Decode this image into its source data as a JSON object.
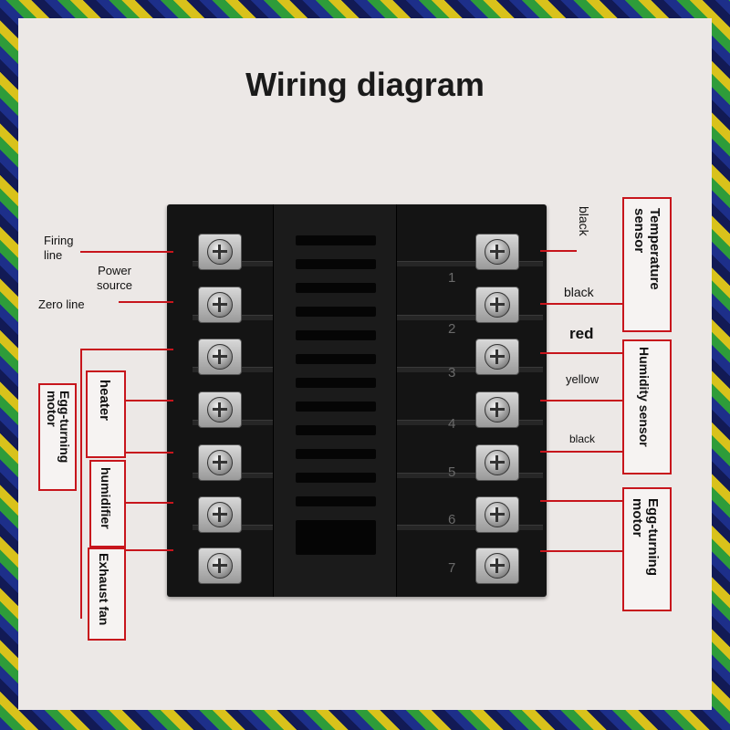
{
  "title": "Wiring diagram",
  "left_labels": {
    "firing_line": "Firing\nline",
    "power_source": "Power\nsource",
    "zero_line": "Zero line"
  },
  "left_boxes": {
    "heater": "heater",
    "humidifier": "humidifier",
    "exhaust_fan": "Exhaust fan",
    "egg_turning_motor": "Egg-turning motor"
  },
  "right_labels": {
    "black_1": "black",
    "black_2": "black",
    "red": "red",
    "yellow": "yellow",
    "black_5": "black"
  },
  "right_boxes": {
    "temperature_sensor": "Temperature sensor",
    "humidity_sensor": "Humidity sensor",
    "egg_turning_motor": "Egg-turning motor"
  },
  "terminal_numbers": [
    "1",
    "2",
    "3",
    "4",
    "5",
    "6",
    "7"
  ],
  "colors": {
    "wire_red": "#c7151c",
    "device_black": "#141414",
    "background": "#ece8e6"
  }
}
